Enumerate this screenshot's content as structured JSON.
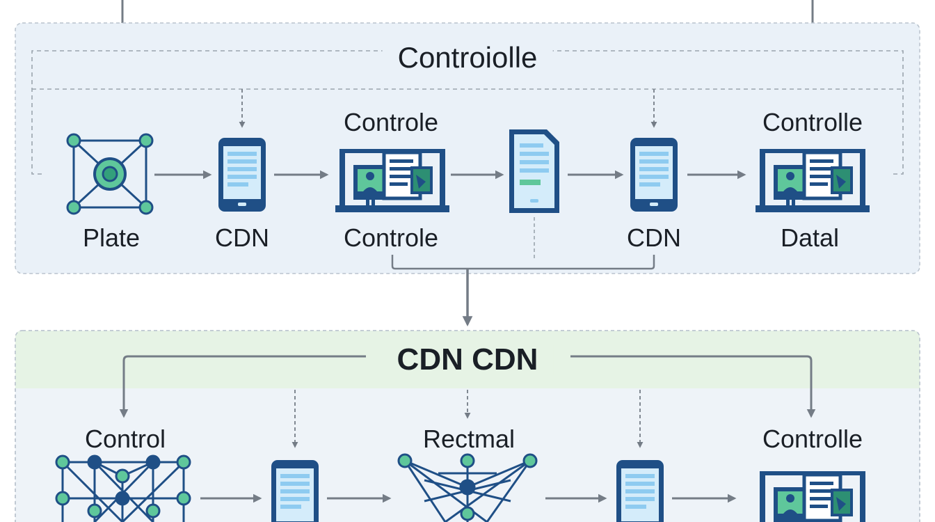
{
  "colors": {
    "navy": "#1f4f86",
    "teal": "#33a07b",
    "light_teal": "#5fc79b",
    "screen_blue": "#8ecbf0",
    "arrow": "#747c86",
    "panel_top_bg": "#eaf1f8",
    "panel_bottom_band": "#e6f3e5",
    "dashed": "#9aa4ae"
  },
  "top_panel": {
    "title": "Controiolle",
    "header_labels": {
      "controle": "Controle",
      "controlle": "Controlle"
    },
    "nodes": [
      {
        "label": "Plate",
        "icon": "network-square-icon"
      },
      {
        "label": "CDN",
        "icon": "tablet-icon"
      },
      {
        "label": "Controle",
        "icon": "monitor-documents-icon"
      },
      {
        "label": "",
        "icon": "document-icon"
      },
      {
        "label": "CDN",
        "icon": "tablet-icon"
      },
      {
        "label": "Datal",
        "icon": "monitor-documents-icon"
      }
    ]
  },
  "bottom_panel": {
    "title": "CDN CDN",
    "header_labels": {
      "control": "Control",
      "rectmal": "Rectmal",
      "controlle": "Controlle"
    }
  }
}
